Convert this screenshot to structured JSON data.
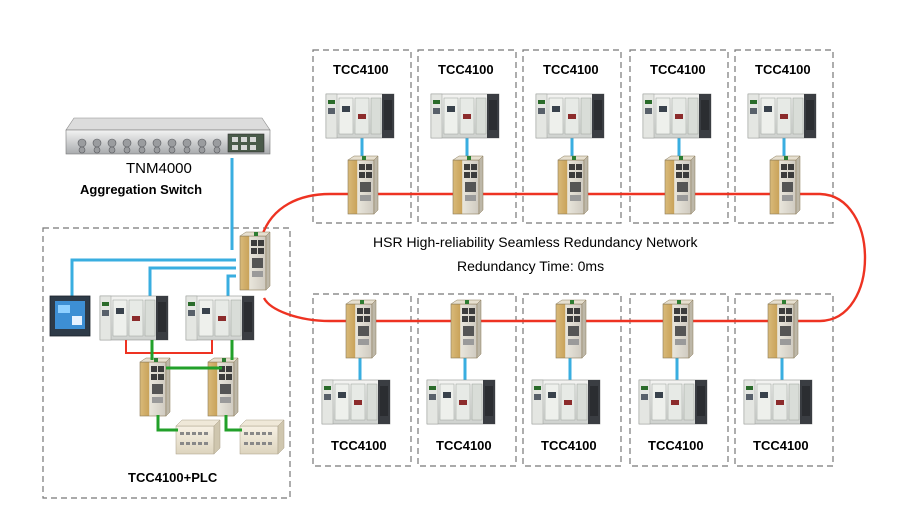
{
  "top_units": [
    {
      "label": "TCC4100"
    },
    {
      "label": "TCC4100"
    },
    {
      "label": "TCC4100"
    },
    {
      "label": "TCC4100"
    },
    {
      "label": "TCC4100"
    }
  ],
  "bottom_units": [
    {
      "label": "TCC4100"
    },
    {
      "label": "TCC4100"
    },
    {
      "label": "TCC4100"
    },
    {
      "label": "TCC4100"
    },
    {
      "label": "TCC4100"
    }
  ],
  "aggregation": {
    "model": "TNM4000",
    "role": "Aggregation Switch"
  },
  "network": {
    "line1": "HSR High-reliability Seamless Redundancy Network",
    "line2": "Redundancy Time: 0ms"
  },
  "local_group": {
    "label": "TCC4100+PLC"
  },
  "colors": {
    "ring": "#ee3322",
    "link_blue": "#39aee0",
    "link_green": "#22a02a",
    "box_border": "#777777"
  }
}
